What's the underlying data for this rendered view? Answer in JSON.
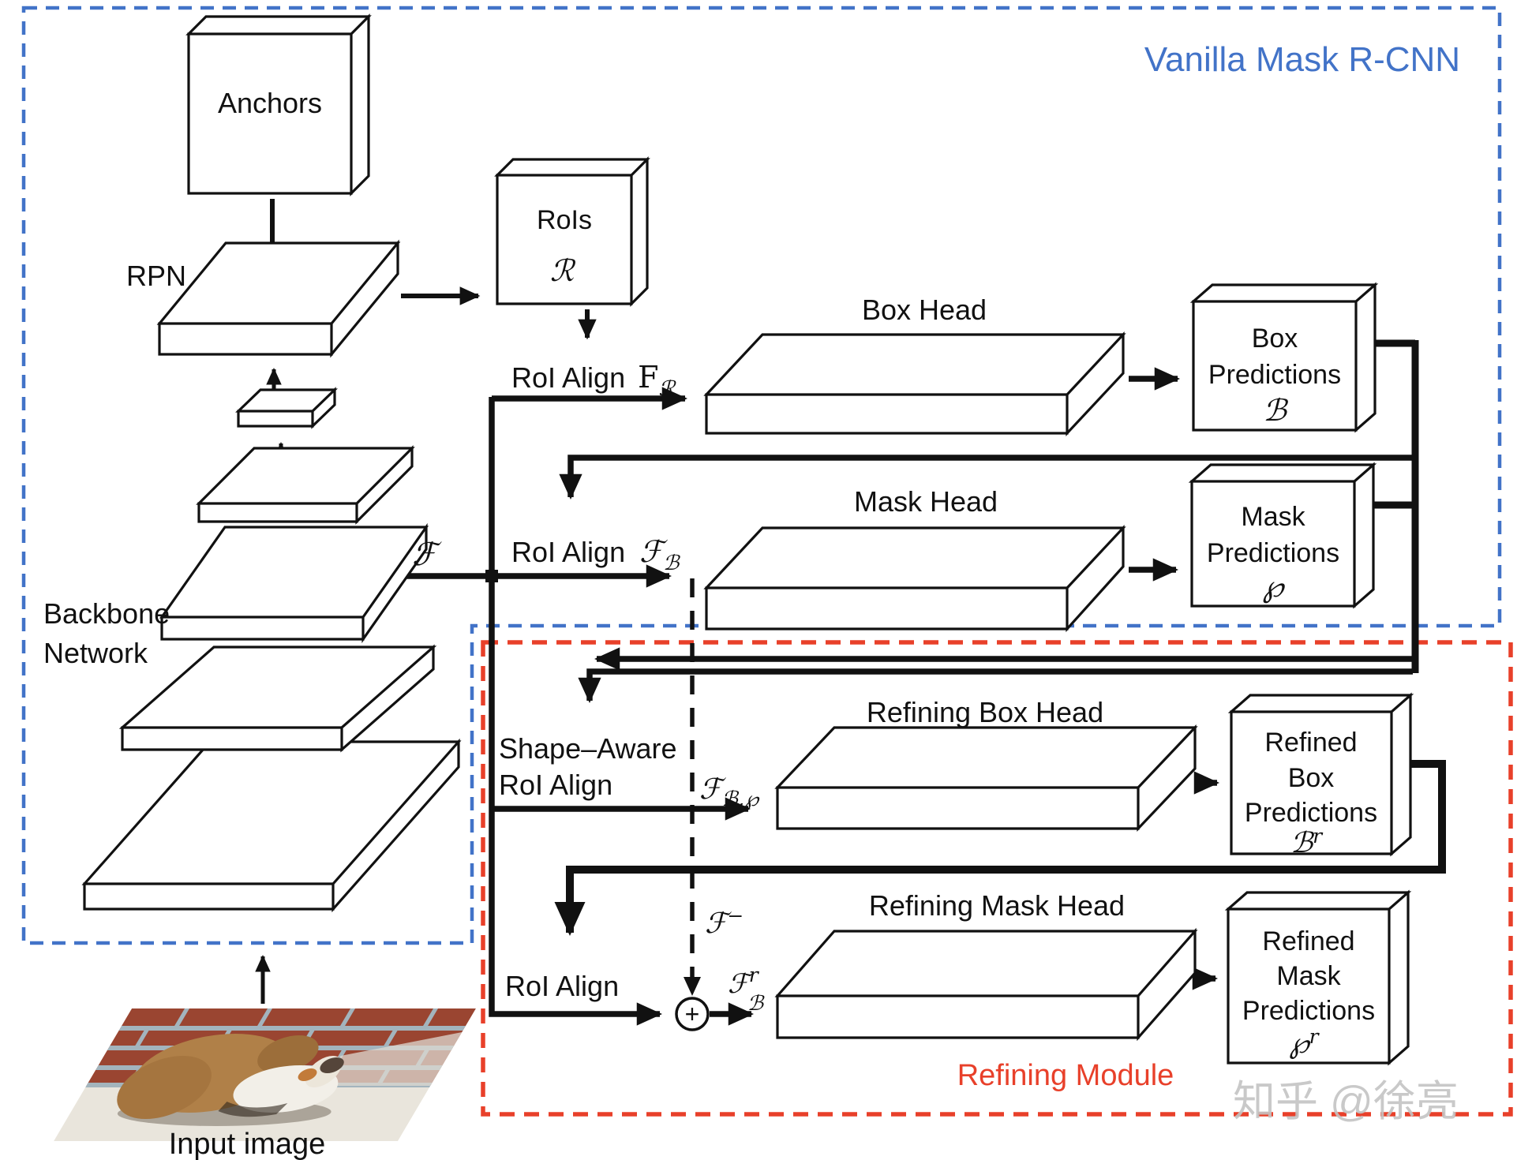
{
  "regions": {
    "vanilla": {
      "label": "Vanilla Mask R-CNN",
      "border_color": "#4273c8"
    },
    "refining": {
      "label": "Refining Module",
      "border_color": "#e8402a"
    }
  },
  "nodes": {
    "anchors": {
      "label": "Anchors"
    },
    "rpn": {
      "label": "RPN"
    },
    "rois": {
      "label": "RoIs",
      "symbol": "ℛ"
    },
    "box_head": {
      "label": "Box Head"
    },
    "box_predictions": {
      "line1": "Box",
      "line2": "Predictions",
      "symbol": "ℬ"
    },
    "mask_head": {
      "label": "Mask Head"
    },
    "mask_predictions": {
      "line1": "Mask",
      "line2": "Predictions",
      "symbol": "℘"
    },
    "refining_box_head": {
      "label": "Refining Box Head"
    },
    "refined_box_predictions": {
      "line1": "Refined",
      "line2": "Box",
      "line3": "Predictions",
      "symbol": "ℬ",
      "symbol_sup": "r"
    },
    "refining_mask_head": {
      "label": "Refining Mask Head"
    },
    "refined_mask_predictions": {
      "line1": "Refined",
      "line2": "Mask",
      "line3": "Predictions",
      "symbol": "℘",
      "symbol_sup": "r"
    },
    "backbone": {
      "line1": "Backbone",
      "line2": "Network"
    },
    "input_image": {
      "caption": "Input image"
    }
  },
  "operations": {
    "roi_align_box": {
      "label": "RoI Align",
      "feature": "F",
      "feature_sub": "ℛ"
    },
    "roi_align_mask": {
      "label": "RoI Align",
      "feature": "ℱ",
      "feature_sub": "ℬ"
    },
    "shape_aware_roi_align": {
      "line1": "Shape–Aware",
      "line2": "RoI Align",
      "feature": "ℱ",
      "feature_sub": "ℬ,℘"
    },
    "roi_align_refine": {
      "label": "RoI Align",
      "feature": "ℱ",
      "feature_sup": "r",
      "feature_sub": "ℬ"
    },
    "backbone_feature": {
      "symbol": "ℱ"
    },
    "residual_feature": {
      "symbol": "ℱ",
      "sup": "−"
    },
    "add_op": "+"
  },
  "watermark": {
    "text": "知乎 @徐亮",
    "color": "#c4c4c4"
  },
  "ink_color": "#111111"
}
